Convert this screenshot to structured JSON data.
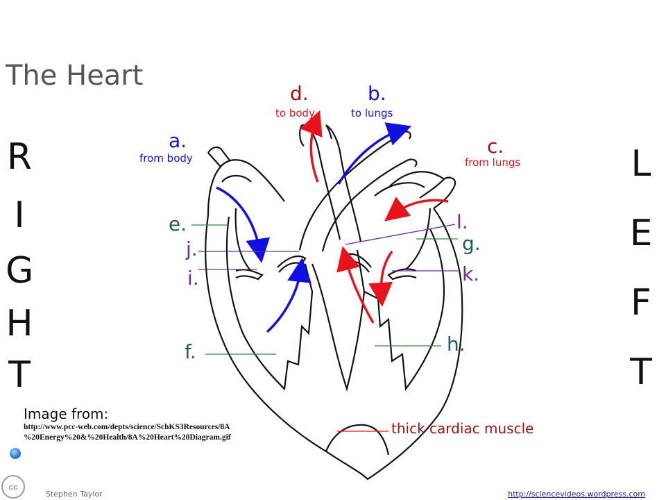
{
  "title": "The Heart",
  "side_right": [
    "R",
    "I",
    "G",
    "H",
    "T"
  ],
  "side_left": [
    "L",
    "E",
    "F",
    "T"
  ],
  "labels": {
    "a": {
      "letter": "a.",
      "note": "from body"
    },
    "b": {
      "letter": "b.",
      "note": "to lungs"
    },
    "c": {
      "letter": "c.",
      "note": "from lungs"
    },
    "d": {
      "letter": "d.",
      "note": "to body"
    },
    "e": "e.",
    "f": "f.",
    "g": "g.",
    "h": "h.",
    "i": "i.",
    "j": "j.",
    "k": "k.",
    "l": "l.",
    "muscle": "thick cardiac muscle"
  },
  "source": {
    "heading": "Image from:",
    "line1": "http://www.pcc-web.com/depts/science/SchKS3Resources/8A",
    "line2": "%20Energy%20&%20Health/8A%20Heart%20Diagram.gif"
  },
  "footer": {
    "cc": "cc",
    "author": "Stephen Taylor",
    "link": "http://sciencevideos.wordpress.com"
  },
  "colors": {
    "blue_flow": "#1010e0",
    "red_flow": "#e8131c",
    "teal_label": "#1f5a5a",
    "purple_label": "#6a2a9a",
    "dark_red_label": "#a01010"
  }
}
